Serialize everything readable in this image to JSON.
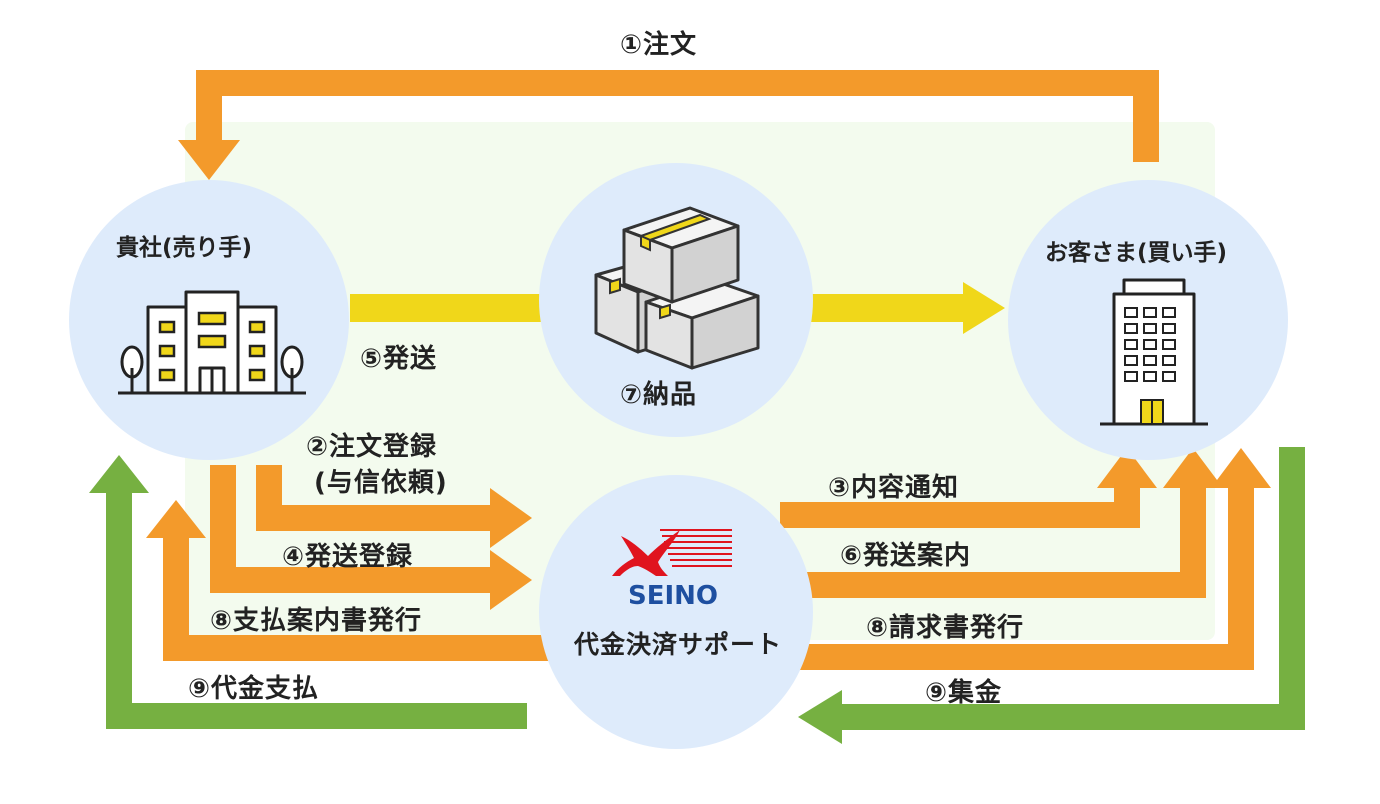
{
  "nodes": {
    "seller": "貴社(売り手)",
    "buyer": "お客さま(買い手)",
    "delivery": "⑦納品",
    "service": "代金決済サポート"
  },
  "logo": {
    "text": "SEINO"
  },
  "steps": {
    "order": "①注文",
    "order_registration_line1": "②注文登録",
    "order_registration_line2": "(与信依頼)",
    "content_notice": "③内容通知",
    "shipping_registration": "④発送登録",
    "shipping": "⑤発送",
    "shipping_guide": "⑥発送案内",
    "payment_notice": "⑧支払案内書発行",
    "invoice": "⑧請求書発行",
    "pay": "⑨代金支払",
    "collect": "⑨集金"
  },
  "colors": {
    "orange": "#f39a2b",
    "yellow": "#f0d71a",
    "green": "#76b041",
    "circle": "#deebfb",
    "background_panel": "#f3fbee",
    "logo_red": "#e0141e",
    "logo_blue": "#1e4fa0"
  }
}
